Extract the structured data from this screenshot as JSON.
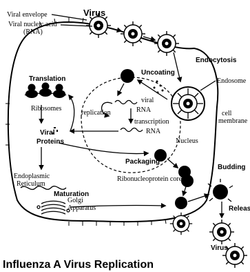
{
  "title": "Influenza A Virus Replication",
  "labels": {
    "virus_top": "Virus",
    "viral_envelope": "Viral envelope",
    "viral_nucleic_acid_1": "Viral nucleic acid",
    "viral_nucleic_acid_2": "(RNA)",
    "endocytosis": "Endocytosis",
    "endosome": "Endosome",
    "uncoating": "Uncoating",
    "cell_membrane_1": "cell",
    "cell_membrane_2": "membrane",
    "translation": "Translation",
    "ribosomes": "Ribosomes",
    "viral_proteins_1": "Viral",
    "viral_proteins_2": "Proteins",
    "replication": "replication",
    "viral_rna_1": "viral",
    "viral_rna_2": "RNA",
    "transcription": "transcription",
    "rna": "RNA",
    "nucleus": "Nucleus",
    "packaging": "Packaging",
    "rnp_core": "Ribonucleoprotein core",
    "er_1": "Endoplasmic",
    "er_2": "Reticulum",
    "maturation": "Maturation",
    "golgi_1": "Golgi",
    "golgi_2": "Apparatus",
    "budding": "Budding",
    "release": "Release",
    "virus_bottom": "Virus"
  }
}
